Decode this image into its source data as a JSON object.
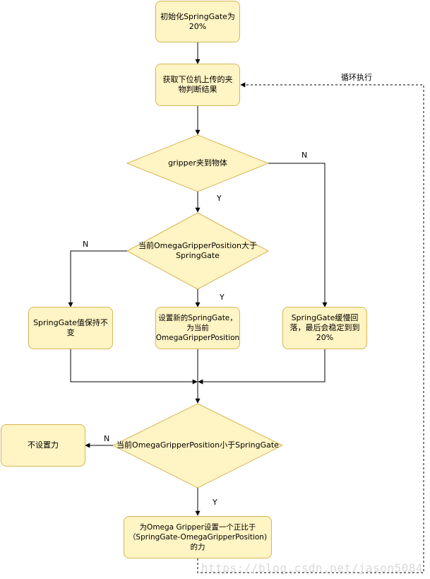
{
  "nodes": {
    "init": "初始化SpringGate为\n20%",
    "get_result": "获取下位机上传的夹\n物判断结果",
    "decision_gripper": "gripper夹到物体",
    "decision_greater": "当前OmegaGripperPosition大于\nSpringGate",
    "keep_springgate": "SpringGate值保持不\n变",
    "set_springgate": "设置新的SpringGate，\n为当前\nOmegaGripperPosition",
    "slow_fall": "SpringGate缓慢回\n落，最后会稳定到到\n20%",
    "decision_less": "当前OmegaGripperPosition小于SpringGate",
    "no_force": "不设置力",
    "set_force": "为Omega Gripper设置一个正比于\n（SpringGate-OmegaGripperPosition)\n的力"
  },
  "edge_labels": {
    "loop": "循环执行",
    "gripper_no": "N",
    "gripper_yes": "Y",
    "greater_no": "N",
    "greater_yes": "Y",
    "less_no": "N",
    "less_yes": "Y"
  },
  "colors": {
    "node_fill": "#fff4c3",
    "node_border": "#d6b656",
    "line": "#000000"
  },
  "watermark": "https://blog.csdn.net/jason5084"
}
